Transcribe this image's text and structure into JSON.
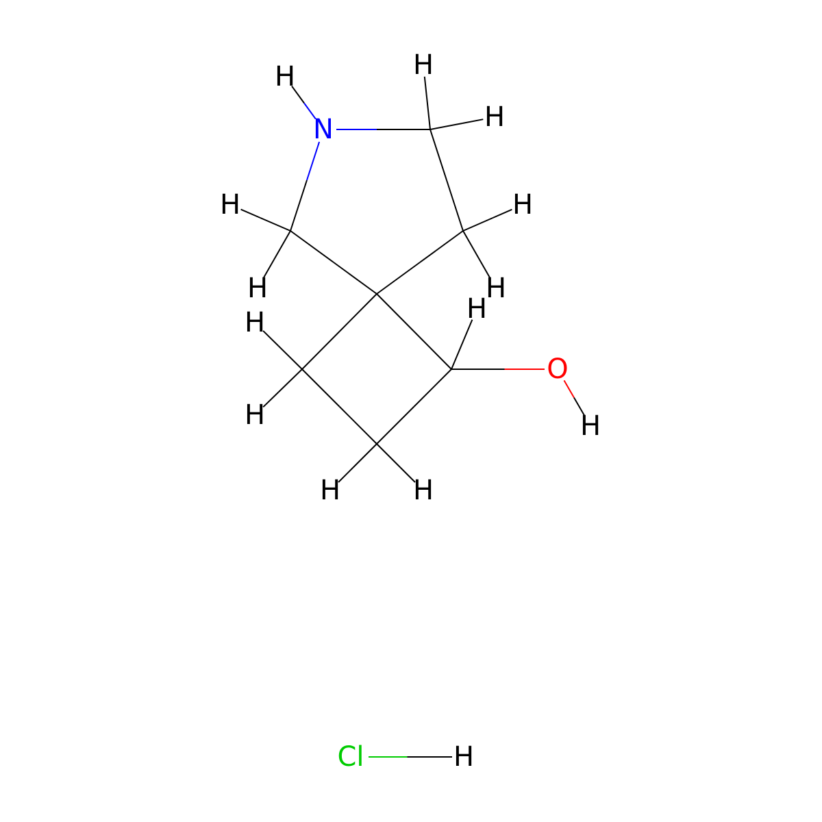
{
  "colors": {
    "C": "#000000",
    "H": "#000000",
    "N": "#0000ff",
    "O": "#ff0000",
    "Cl": "#00cc00",
    "background": "#ffffff"
  },
  "atoms": [
    {
      "id": "N1",
      "element": "N",
      "label": "N"
    },
    {
      "id": "C2",
      "element": "C",
      "label": ""
    },
    {
      "id": "C3",
      "element": "C",
      "label": ""
    },
    {
      "id": "C4",
      "element": "C",
      "label": ""
    },
    {
      "id": "C5",
      "element": "C",
      "label": ""
    },
    {
      "id": "C6",
      "element": "C",
      "label": ""
    },
    {
      "id": "C7",
      "element": "C",
      "label": ""
    },
    {
      "id": "C8",
      "element": "C",
      "label": ""
    },
    {
      "id": "O9",
      "element": "O",
      "label": "O"
    },
    {
      "id": "H_N",
      "element": "H",
      "label": "H"
    },
    {
      "id": "H_C2a",
      "element": "H",
      "label": "H"
    },
    {
      "id": "H_C2b",
      "element": "H",
      "label": "H"
    },
    {
      "id": "H_C3a",
      "element": "H",
      "label": "H"
    },
    {
      "id": "H_C3b",
      "element": "H",
      "label": "H"
    },
    {
      "id": "H_C5a",
      "element": "H",
      "label": "H"
    },
    {
      "id": "H_C5b",
      "element": "H",
      "label": "H"
    },
    {
      "id": "H_C6",
      "element": "H",
      "label": "H"
    },
    {
      "id": "H_O",
      "element": "H",
      "label": "H"
    },
    {
      "id": "H_C7a",
      "element": "H",
      "label": "H"
    },
    {
      "id": "H_C7b",
      "element": "H",
      "label": "H"
    },
    {
      "id": "H_C8a",
      "element": "H",
      "label": "H"
    },
    {
      "id": "H_C8b",
      "element": "H",
      "label": "H"
    },
    {
      "id": "Cl",
      "element": "Cl",
      "label": "Cl"
    },
    {
      "id": "H_Cl",
      "element": "H",
      "label": "H"
    }
  ],
  "bonds": [
    {
      "a": "N1",
      "b": "C2"
    },
    {
      "a": "C2",
      "b": "C3"
    },
    {
      "a": "C3",
      "b": "C4"
    },
    {
      "a": "C4",
      "b": "C5"
    },
    {
      "a": "C5",
      "b": "N1"
    },
    {
      "a": "C4",
      "b": "C6"
    },
    {
      "a": "C6",
      "b": "C7"
    },
    {
      "a": "C7",
      "b": "C8"
    },
    {
      "a": "C8",
      "b": "C4"
    },
    {
      "a": "C6",
      "b": "O9"
    },
    {
      "a": "N1",
      "b": "H_N"
    },
    {
      "a": "C2",
      "b": "H_C2a"
    },
    {
      "a": "C2",
      "b": "H_C2b"
    },
    {
      "a": "C3",
      "b": "H_C3a"
    },
    {
      "a": "C3",
      "b": "H_C3b"
    },
    {
      "a": "C5",
      "b": "H_C5a"
    },
    {
      "a": "C5",
      "b": "H_C5b"
    },
    {
      "a": "C6",
      "b": "H_C6"
    },
    {
      "a": "O9",
      "b": "H_O"
    },
    {
      "a": "C7",
      "b": "H_C7a"
    },
    {
      "a": "C7",
      "b": "H_C7b"
    },
    {
      "a": "C8",
      "b": "H_C8a"
    },
    {
      "a": "C8",
      "b": "H_C8b"
    },
    {
      "a": "Cl",
      "b": "H_Cl"
    }
  ]
}
